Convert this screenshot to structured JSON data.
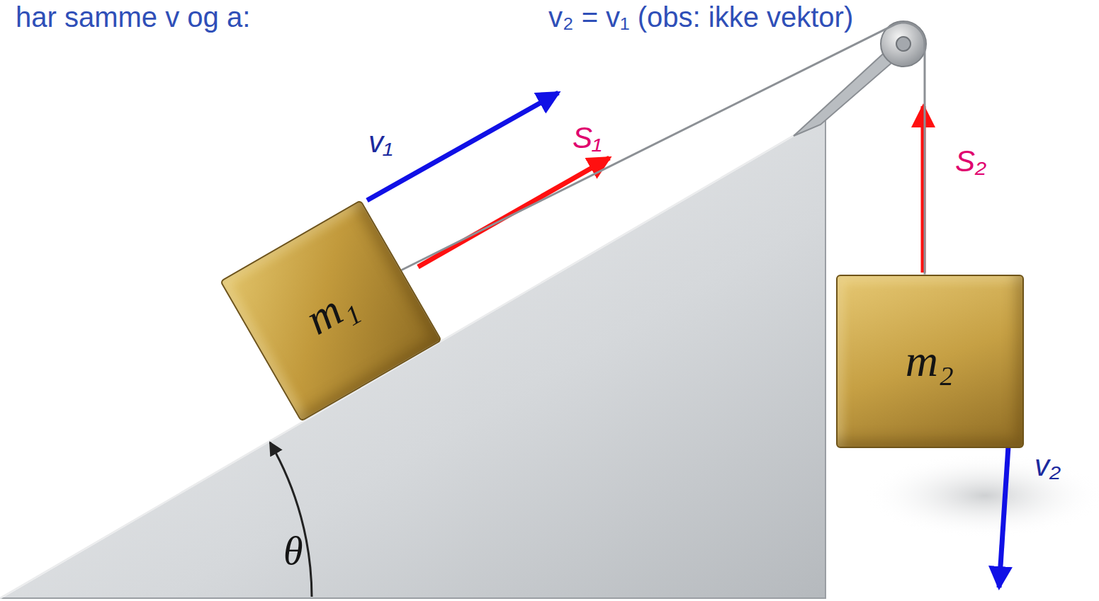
{
  "diagram": {
    "nodes": [
      {
        "text": [
          "m₁"
        ]
      },
      {
        "text": [
          "m₂"
        ]
      }
    ],
    "edges": [
      {
        "from": 0,
        "to": 1,
        "arrow": "none"
      }
    ],
    "labels": [
      "har samme v og a:",
      "v₂ = v₁ (obs: ikke vektor)",
      "v₁",
      "S₁",
      "S₂",
      "v₂",
      "θ"
    ]
  }
}
